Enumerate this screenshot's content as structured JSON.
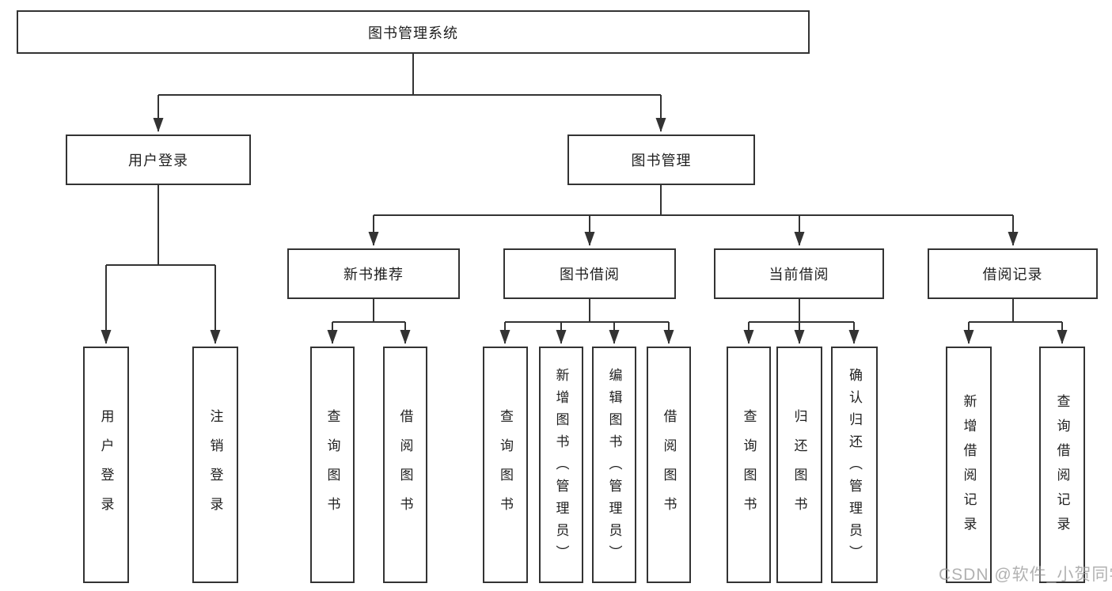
{
  "diagram": {
    "root": "图书管理系统",
    "level2": {
      "user_login": "用户登录",
      "book_mgmt": "图书管理"
    },
    "level3": {
      "new_books": "新书推荐",
      "book_borrow": "图书借阅",
      "current_borrow": "当前借阅",
      "borrow_records": "借阅记录"
    },
    "leaves": {
      "user_login": "用户登录",
      "logout": "注销登录",
      "nb_query": "查询图书",
      "nb_borrow": "借阅图书",
      "bb_query": "查询图书",
      "bb_add": "新增图书（管理员）",
      "bb_edit": "编辑图书（管理员）",
      "bb_borrow": "借阅图书",
      "cb_query": "查询图书",
      "cb_return": "归还图书",
      "cb_confirm": "确认归还（管理员）",
      "br_add": "新增借阅记录",
      "br_query": "查询借阅记录"
    }
  },
  "watermark": "CSDN @软件_小贺同学",
  "colors": {
    "line": "#333333",
    "box_border": "#333333",
    "box_fill": "#ffffff",
    "text": "#1f1f1f",
    "watermark": "#9e9e9e",
    "background": "#ffffff"
  }
}
